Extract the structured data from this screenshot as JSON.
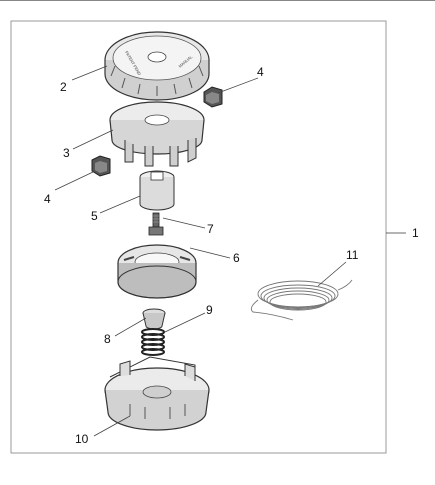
{
  "callouts": {
    "c1": "1",
    "c2": "2",
    "c3": "3",
    "c4a": "4",
    "c4b": "4",
    "c5": "5",
    "c6": "6",
    "c7": "7",
    "c8": "8",
    "c9": "9",
    "c10": "10",
    "c11": "11"
  },
  "colors": {
    "part_fill_light": "#efefef",
    "part_fill_mid": "#d4d4d4",
    "part_fill_dark": "#555555",
    "outline": "#333333",
    "frame": "#a0a0a0"
  }
}
